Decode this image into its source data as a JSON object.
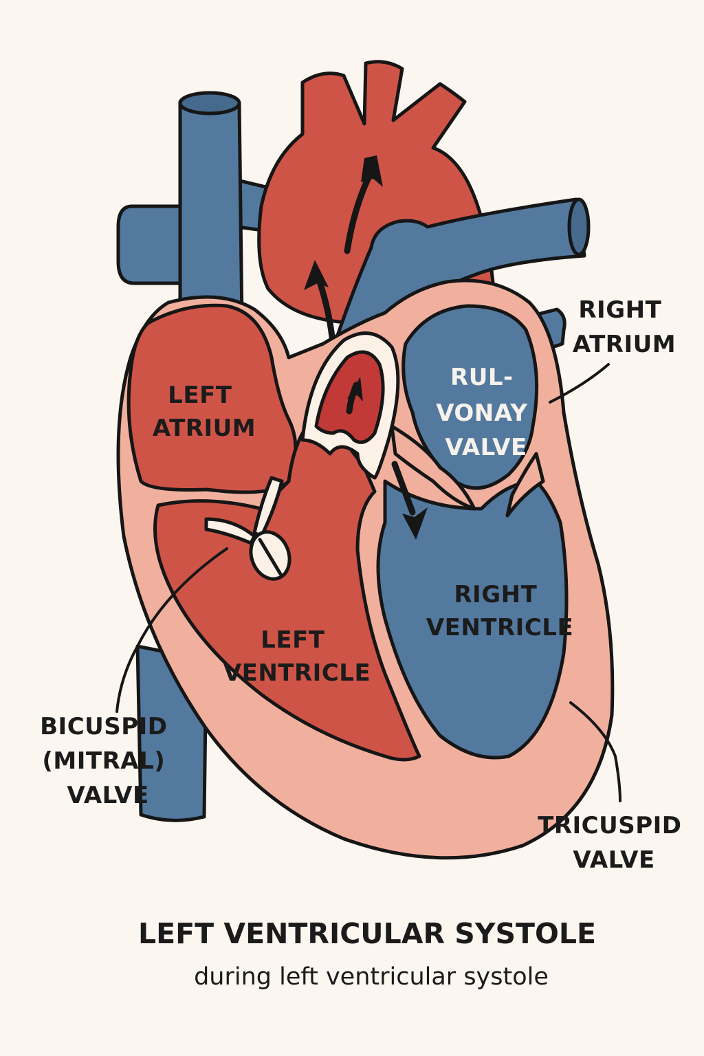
{
  "diagram": {
    "subject": "Human heart",
    "colors": {
      "background": "#fbf6ef",
      "deoxygenated_blue": "#53799e",
      "oxygenated_red": "#cf5448",
      "myocardium_pink": "#f1b09e",
      "valve_cream": "#fbf1e7",
      "outline": "#161616"
    },
    "labels": {
      "left_atrium": [
        "LEFT",
        "ATRIUM"
      ],
      "pulmonary_valve": [
        "RUL-",
        "VONAY",
        "VALVE"
      ],
      "right_atrium": [
        "RIGHT",
        "ATRIUM"
      ],
      "right_ventricle": [
        "RIGHT",
        "VENTRICLE"
      ],
      "left_ventricle": [
        "LEFT",
        "VENTRICLE"
      ],
      "bicuspid_valve": [
        "BICUSPID",
        "(MITRAL)",
        "VALVE"
      ],
      "tricuspid_valve": [
        "TRICUSPID",
        "VALVE"
      ]
    },
    "flow_arrows": [
      {
        "name": "aorta-flow-upper",
        "direction": "up"
      },
      {
        "name": "aorta-flow-lower",
        "direction": "up"
      },
      {
        "name": "aortic-valve-flow",
        "direction": "up"
      },
      {
        "name": "right-ventricle-flow",
        "direction": "down-right"
      }
    ]
  },
  "caption": {
    "title": "LEFT VENTRICULAR SYSTOLE",
    "subtitle": "during left ventricular systole"
  }
}
